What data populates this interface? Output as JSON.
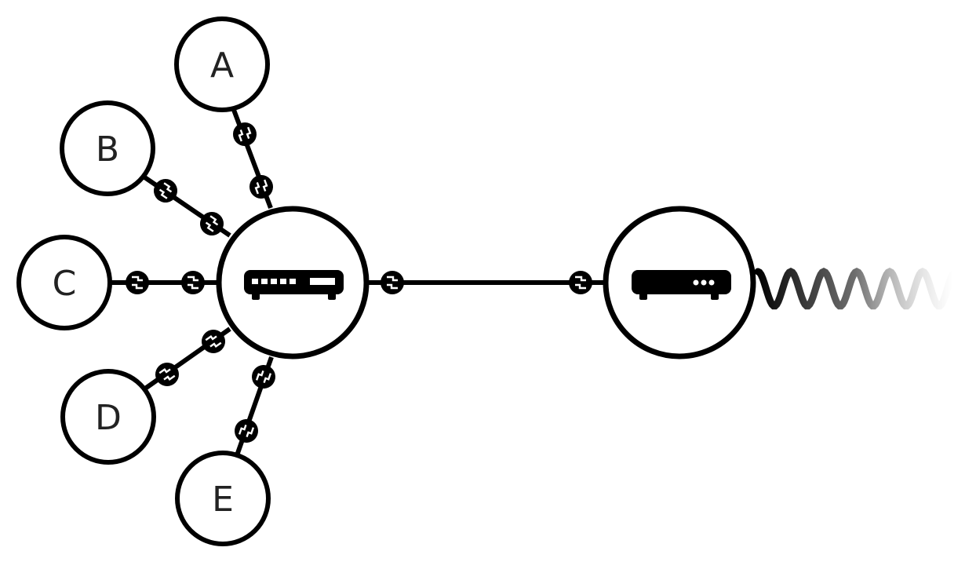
{
  "colors": {
    "stroke": "#000000",
    "background": "#ffffff",
    "node_fill": "#ffffff",
    "icon_detail": "#ffffff"
  },
  "nodes": {
    "clients": [
      {
        "id": "A",
        "label": "A"
      },
      {
        "id": "B",
        "label": "B"
      },
      {
        "id": "C",
        "label": "C"
      },
      {
        "id": "D",
        "label": "D"
      },
      {
        "id": "E",
        "label": "E"
      }
    ],
    "switch": {
      "id": "switch",
      "icon": "network-switch-icon"
    },
    "modem": {
      "id": "modem",
      "icon": "modem-icon"
    },
    "uplink": {
      "icon": "coiled-cable-icon",
      "style": "fade-out"
    }
  },
  "links": [
    {
      "from": "A",
      "to": "switch",
      "connector": "ethernet-plug-icon"
    },
    {
      "from": "B",
      "to": "switch",
      "connector": "ethernet-plug-icon"
    },
    {
      "from": "C",
      "to": "switch",
      "connector": "ethernet-plug-icon"
    },
    {
      "from": "D",
      "to": "switch",
      "connector": "ethernet-plug-icon"
    },
    {
      "from": "E",
      "to": "switch",
      "connector": "ethernet-plug-icon"
    },
    {
      "from": "switch",
      "to": "modem",
      "connector": "ethernet-plug-icon"
    }
  ]
}
